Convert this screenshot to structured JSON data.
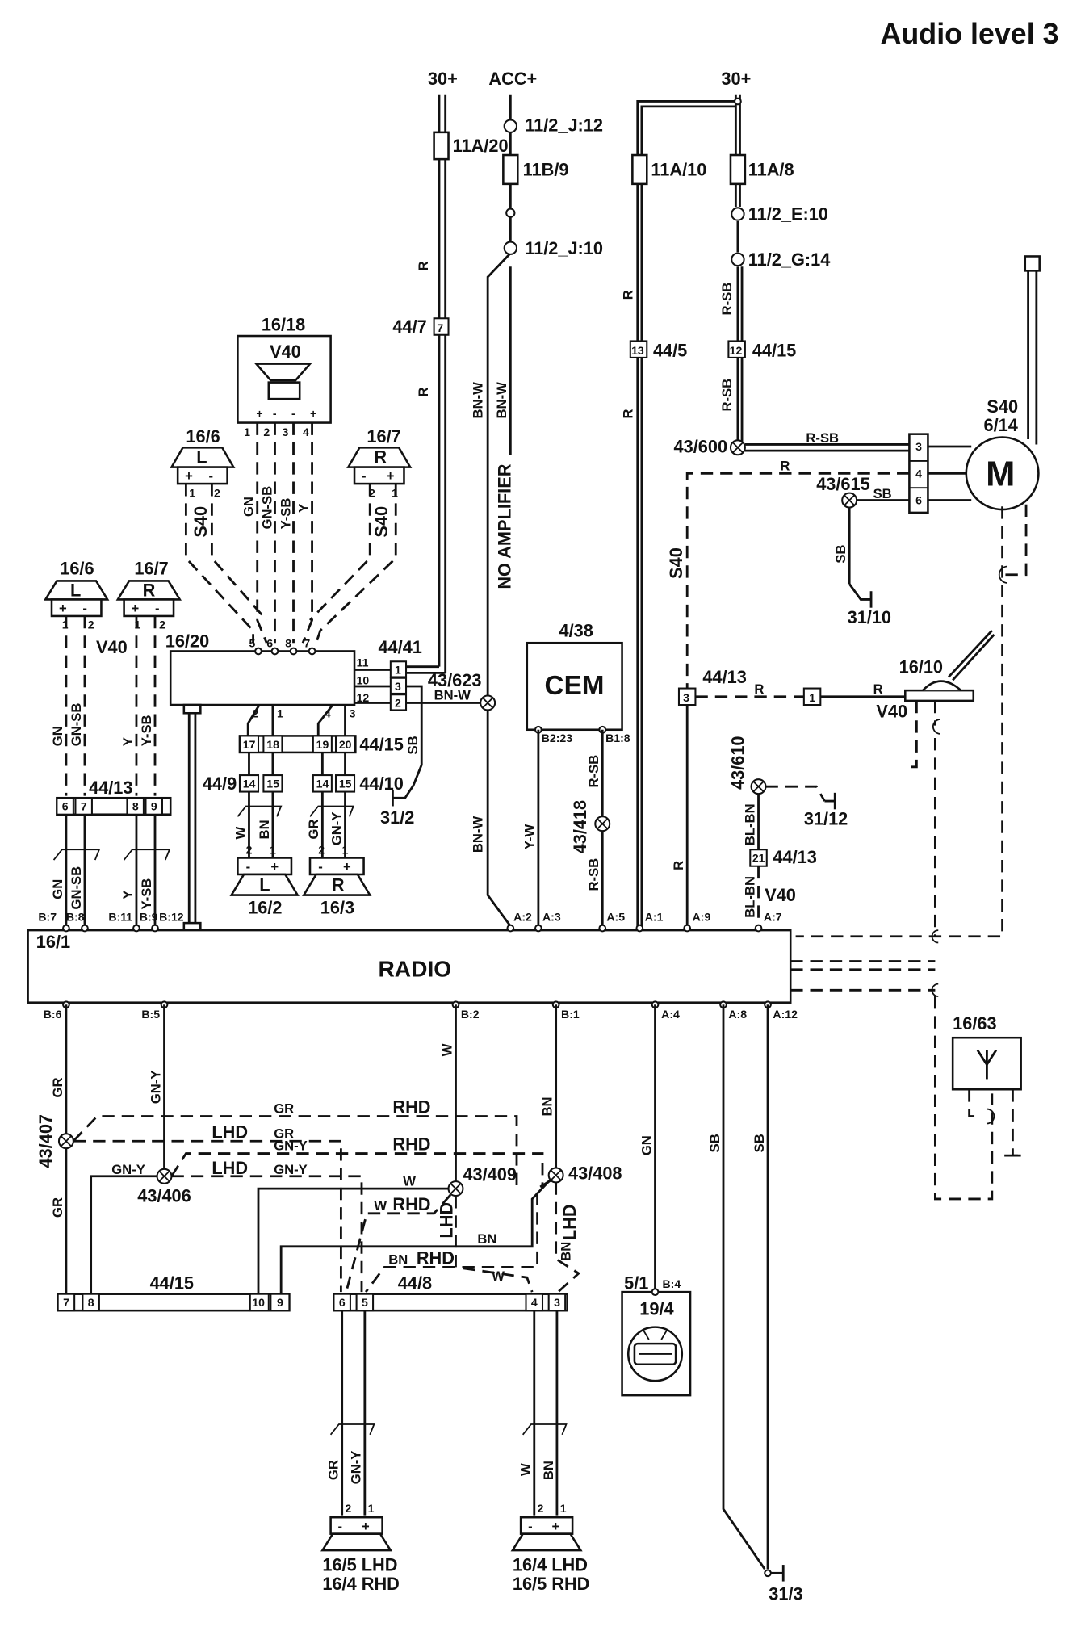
{
  "title": "Audio level 3",
  "supplies": {
    "b30_left": "30+",
    "acc": "ACC+",
    "b30_right": "30+"
  },
  "fuses": [
    "11A/20",
    "11B/9",
    "11A/10",
    "11A/8"
  ],
  "connectors_top": {
    "j12": "11/2_J:12",
    "j10": "11/2_J:10",
    "e10": "11/2_E:10",
    "g14": "11/2_G:14",
    "c44_7": "44/7",
    "c44_7_pin": "7",
    "c44_5": "44/5",
    "c44_5_pin": "13",
    "c44_15": "44/15",
    "c44_15_pin": "12"
  },
  "wire_labels": {
    "r": "R",
    "bn_w": "BN-W",
    "r_sb": "R-SB",
    "sb": "SB",
    "gn": "GN",
    "gn_sb": "GN-SB",
    "y": "Y",
    "y_sb": "Y-SB",
    "w": "W",
    "bn": "BN",
    "gr": "GR",
    "gn_y": "GN-Y",
    "y_w": "Y-W",
    "bl_bn": "BL-BN"
  },
  "variants": {
    "s40": "S40",
    "v40": "V40",
    "no_amp": "NO AMPLIFIER",
    "rhd": "RHD",
    "lhd": "LHD"
  },
  "speakers": {
    "s16_18": "16/18",
    "s16_18_variant": "V40",
    "s16_6": "16/6",
    "s16_7": "16/7",
    "left": "L",
    "right": "R",
    "s16_2": "16/2",
    "s16_3": "16/3",
    "s16_5_lhd": "16/5 LHD",
    "s16_4_rhd": "16/4 RHD",
    "s16_4_lhd": "16/4 LHD",
    "s16_5_rhd": "16/5 RHD"
  },
  "polarity": {
    "plus": "+",
    "minus": "-"
  },
  "components": {
    "radio_id": "16/1",
    "radio": "RADIO",
    "amp_id": "16/20",
    "cem_id": "4/38",
    "cem": "CEM",
    "motor_id": "S40\n6/14",
    "motor_variant": "S40",
    "motor_num": "6/14",
    "motor": "M",
    "antenna_id": "16/10",
    "antenna_variant": "V40",
    "antenna_amp_id": "16/63",
    "instrument_id": "5/1",
    "instrument_num": "19/4",
    "instrument_pin": "B:4"
  },
  "junctions": {
    "j43_600": "43/600",
    "j43_615": "43/615",
    "j43_623": "43/623",
    "j43_418": "43/418",
    "j43_610": "43/610",
    "j43_407": "43/407",
    "j43_406": "43/406",
    "j43_409": "43/409",
    "j43_408": "43/408"
  },
  "grounds": {
    "g31_10": "31/10",
    "g31_2": "31/2",
    "g31_12": "31/12",
    "g31_3": "31/3"
  },
  "connectors_mid": {
    "c44_41": "44/41",
    "c44_41_pins": [
      "1",
      "3",
      "2"
    ],
    "amp_pins_right": [
      "11",
      "10",
      "12"
    ],
    "c44_13": "44/13",
    "c44_13_pins": [
      "6",
      "7",
      "8",
      "9"
    ],
    "c44_15b": "44/15",
    "c44_15b_pins": [
      "17",
      "18",
      "19",
      "20"
    ],
    "c44_9": "44/9",
    "c44_9_pins": [
      "14",
      "15"
    ],
    "c44_10": "44/10",
    "c44_10_pins": [
      "14",
      "15"
    ],
    "c44_13r": "44/13",
    "c44_13r_pin": "3",
    "c44_13r_pin_b": "1",
    "c44_13v": "44/13",
    "c44_13v_pin": "21",
    "motor_pins": [
      "3",
      "4",
      "6"
    ],
    "s16_18_pins": [
      "1",
      "2",
      "3",
      "4"
    ],
    "s16_18_pol": [
      "+",
      "-",
      "-",
      "+"
    ],
    "amp_top_pins": [
      "5",
      "6",
      "8",
      "7"
    ],
    "amp_bot_pins": [
      "2",
      "1",
      "4",
      "3"
    ],
    "spk_pins": [
      "1",
      "2"
    ],
    "spk_pins_rev": [
      "2",
      "1"
    ]
  },
  "cem_pins": {
    "b2_23": "B2:23",
    "b1_8": "B1:8"
  },
  "radio_pins_top": {
    "b7": "B:7",
    "b8": "B:8",
    "b11": "B:11",
    "b9": "B:9",
    "b12": "B:12",
    "a2": "A:2",
    "a3": "A:3",
    "a5": "A:5",
    "a1": "A:1",
    "a9": "A:9",
    "a7": "A:7"
  },
  "radio_pins_bottom": {
    "b6": "B:6",
    "b5": "B:5",
    "b2": "B:2",
    "b1": "B:1",
    "a4": "A:4",
    "a8": "A:8",
    "a12": "A:12"
  },
  "connectors_bottom": {
    "c44_15": "44/15",
    "c44_15_pins": [
      "7",
      "8",
      "10",
      "9"
    ],
    "c44_8": "44/8",
    "c44_8_pins": [
      "6",
      "5",
      "4",
      "3"
    ]
  }
}
